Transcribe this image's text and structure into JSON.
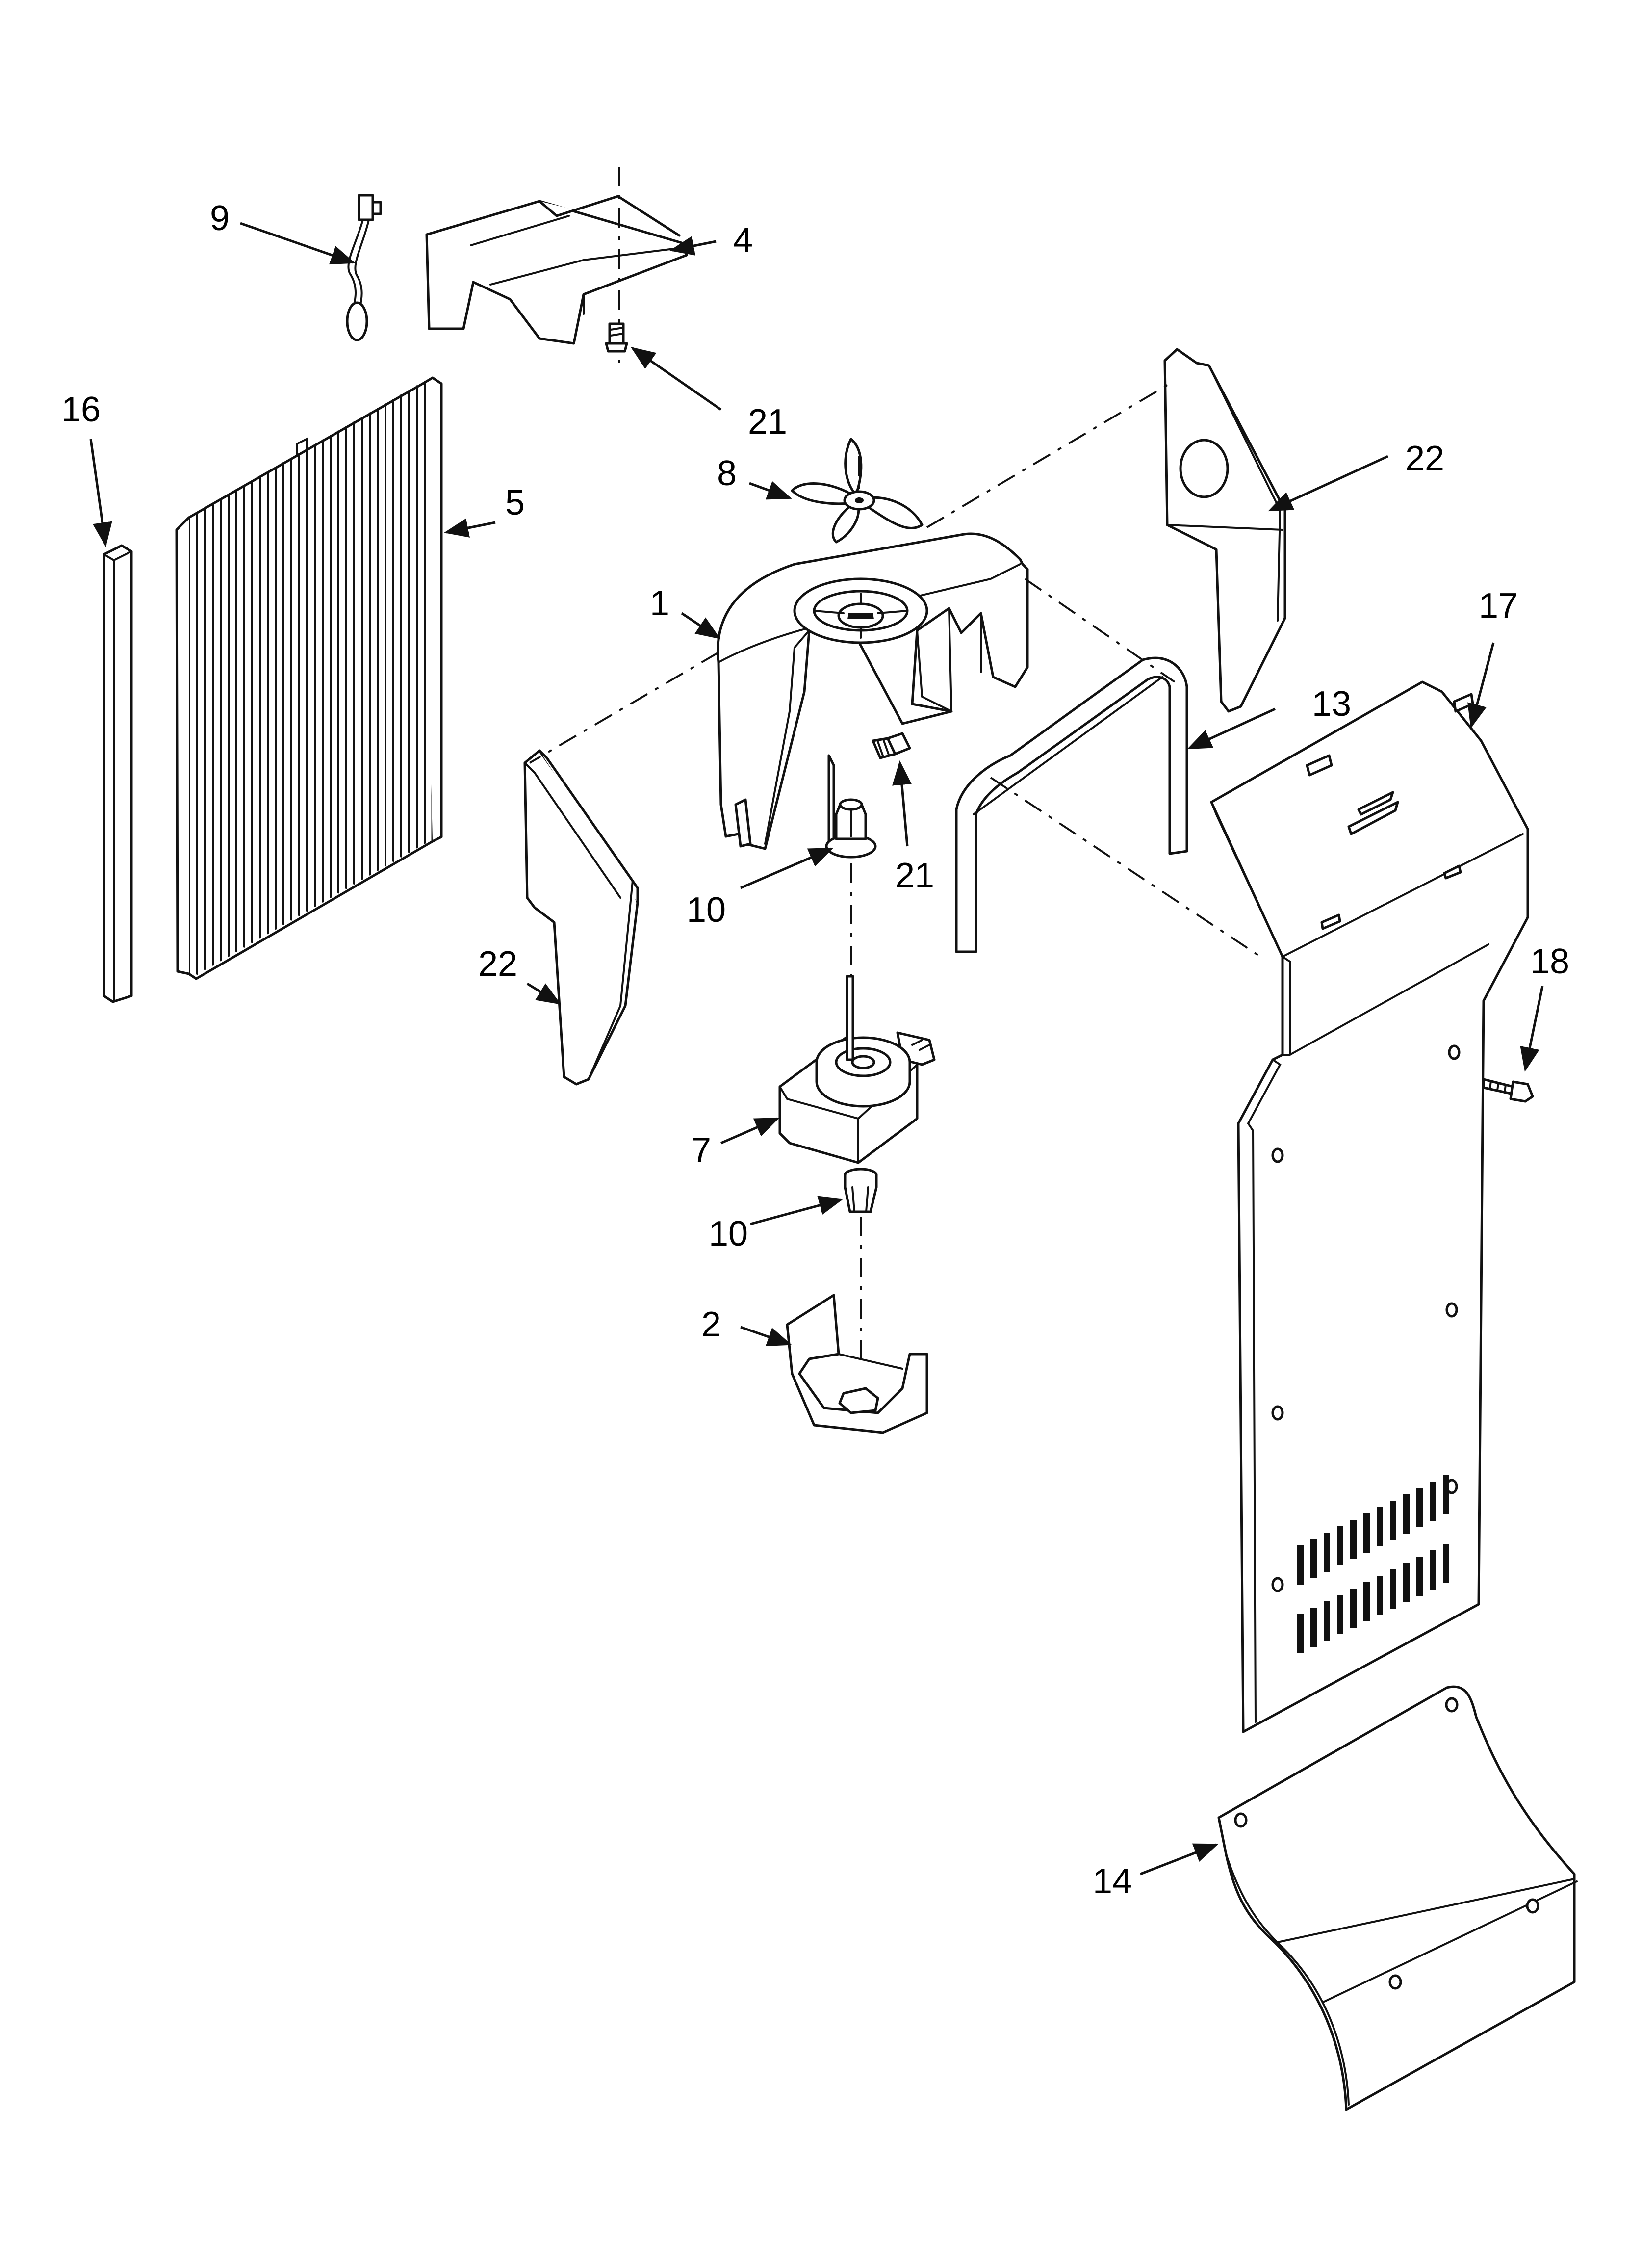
{
  "callouts": {
    "c1": "1",
    "c2": "2",
    "c4": "4",
    "c5": "5",
    "c7": "7",
    "c8": "8",
    "c9": "9",
    "c10a": "10",
    "c10b": "10",
    "c13": "13",
    "c14": "14",
    "c16": "16",
    "c17": "17",
    "c18": "18",
    "c21a": "21",
    "c21b": "21",
    "c22a": "22",
    "c22b": "22"
  },
  "colors": {
    "line": "#111111",
    "background": "#ffffff"
  }
}
